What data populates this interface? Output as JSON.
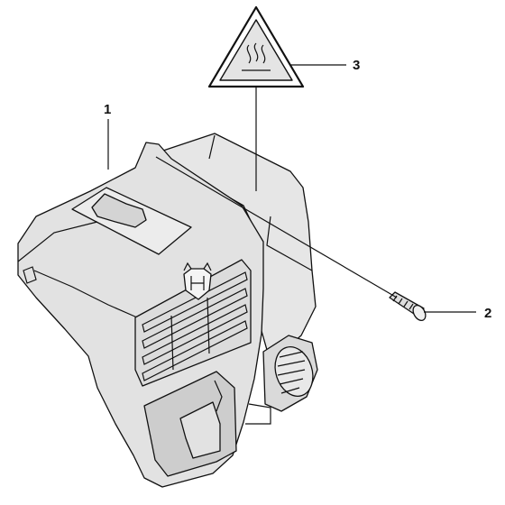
{
  "diagram": {
    "callouts": [
      {
        "id": "1",
        "label": "1"
      },
      {
        "id": "2",
        "label": "2"
      },
      {
        "id": "3",
        "label": "3"
      }
    ],
    "colors": {
      "part_fill": "#e2e2e2",
      "part_shade": "#cfcfcf",
      "line": "#111111",
      "warning_fill": "#e4e4e4"
    },
    "icons": [
      "hot-surface-warning-icon",
      "husqvarna-logo-icon",
      "screw-icon"
    ]
  }
}
